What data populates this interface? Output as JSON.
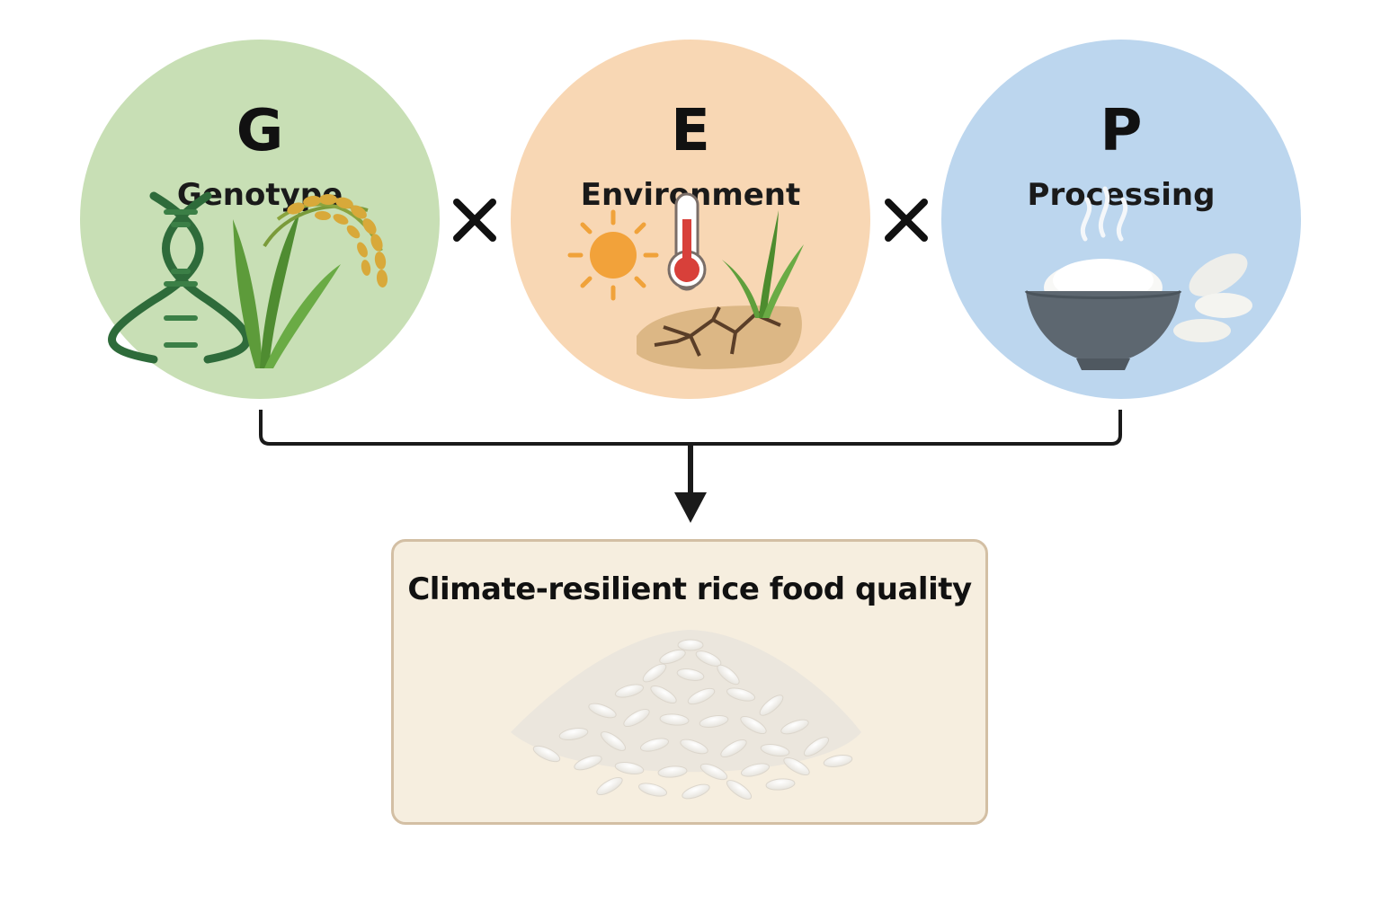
{
  "nodes": [
    {
      "id": "genotype",
      "letter": "G",
      "label": "Genotype",
      "color": "#c8dfb5",
      "icons": [
        "dna-icon",
        "rice-plant-icon"
      ]
    },
    {
      "id": "environment",
      "letter": "E",
      "label": "Environment",
      "color": "#f8d7b4",
      "icons": [
        "sun-icon",
        "thermometer-icon",
        "seedling-icon",
        "cracked-soil-icon"
      ]
    },
    {
      "id": "processing",
      "letter": "P",
      "label": "Processing",
      "color": "#bcd6ee",
      "icons": [
        "steam-icon",
        "rice-bowl-icon",
        "rice-cakes-icon"
      ]
    }
  ],
  "operators": [
    "×",
    "×"
  ],
  "result": {
    "title": "Climate-resilient rice food quality",
    "icon": "rice-grains-icon",
    "box_color": "#f6eedf",
    "border_color": "#d3bfa4"
  }
}
